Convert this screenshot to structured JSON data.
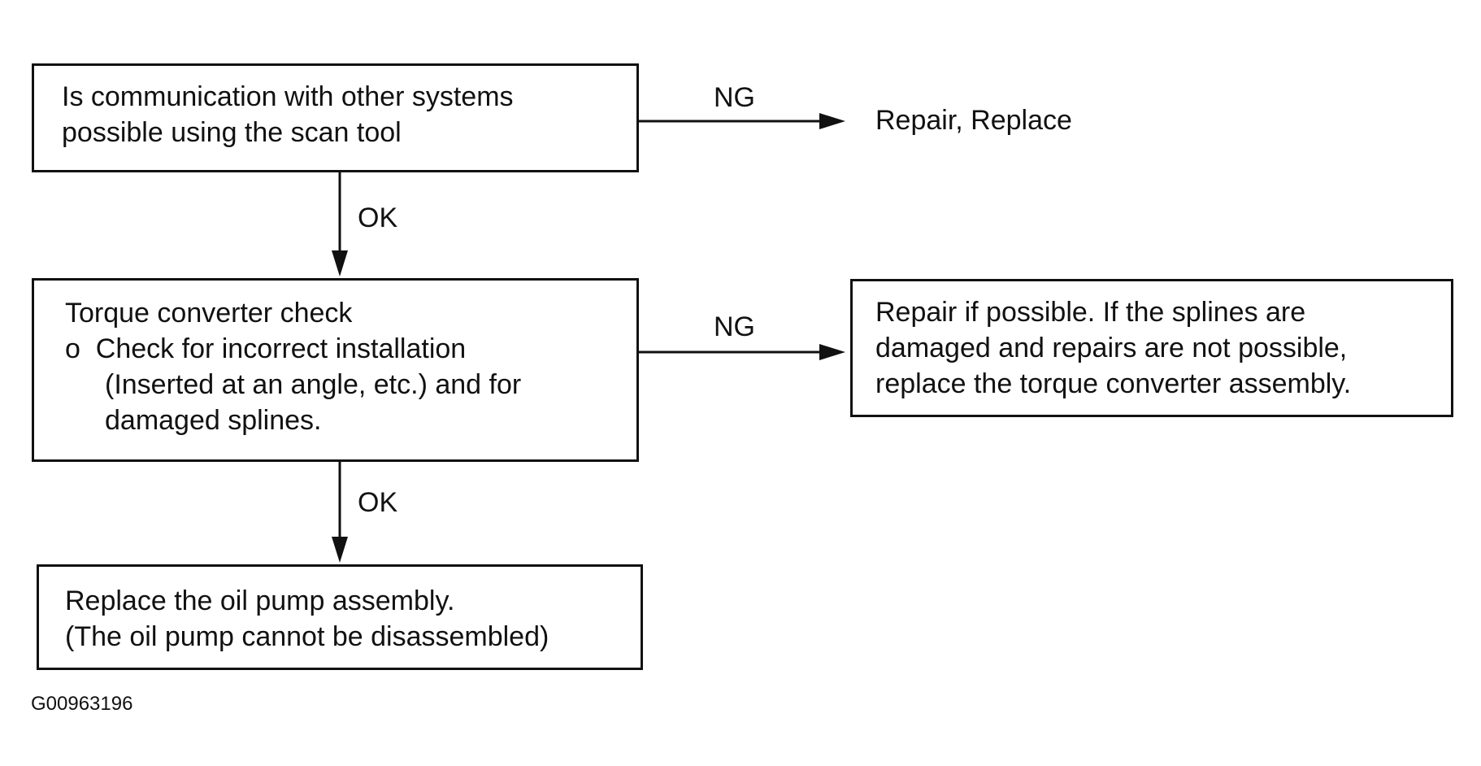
{
  "flowchart": {
    "box1": {
      "lines": [
        "Is communication with other systems",
        "possible using the scan tool"
      ]
    },
    "box1_ng_result": "Repair, Replace",
    "box2": {
      "lines": [
        "Torque converter check",
        "o  Check for incorrect installation",
        "(Inserted at an angle, etc.) and for",
        "damaged splines."
      ]
    },
    "box2_ng_result": {
      "lines": [
        "Repair if possible. If the splines are",
        "damaged and repairs are not possible,",
        "replace the torque converter assembly."
      ]
    },
    "box3": {
      "lines": [
        "Replace the oil pump assembly.",
        "(The oil pump cannot be disassembled)"
      ]
    },
    "labels": {
      "ng_1": "NG",
      "ok_1": "OK",
      "ng_2": "NG",
      "ok_2": "OK"
    },
    "figure_id": "G00963196"
  }
}
